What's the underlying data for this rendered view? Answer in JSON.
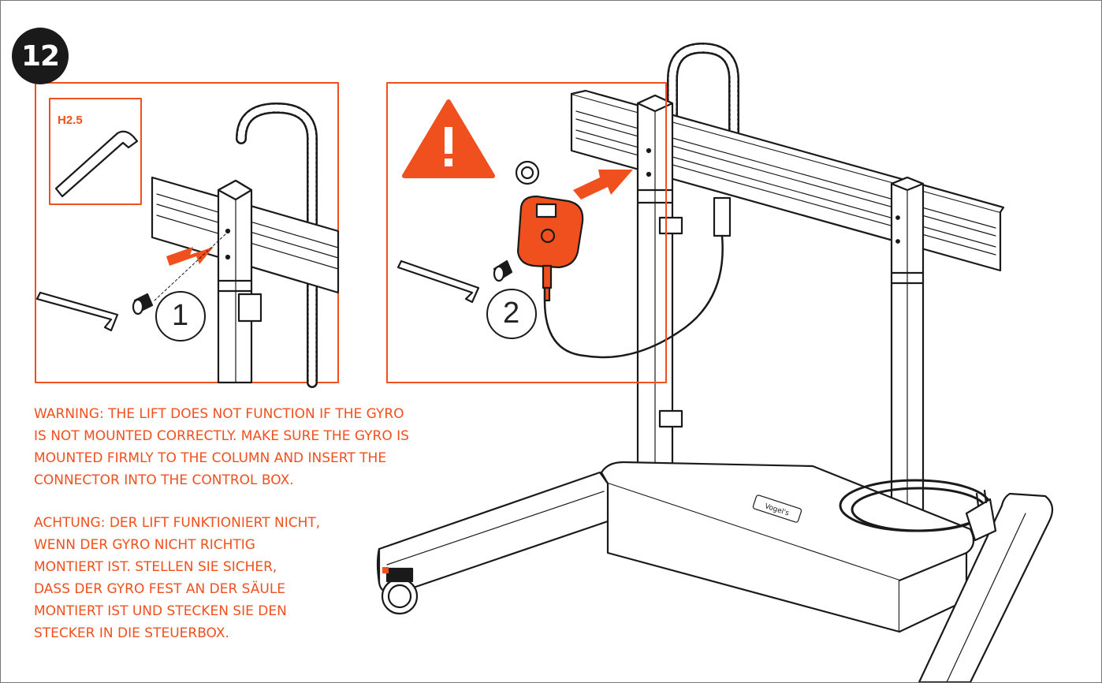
{
  "step": {
    "number": "12"
  },
  "tool": {
    "label": "H2.5"
  },
  "callouts": {
    "first": "1",
    "second": "2"
  },
  "warnings": {
    "english": "WARNING: THE LIFT DOES NOT FUNCTION IF THE GYRO\nIS NOT MOUNTED CORRECTLY. MAKE SURE THE GYRO IS\nMOUNTED FIRMLY TO THE COLUMN AND INSERT THE\nCONNECTOR INTO THE CONTROL BOX.",
    "german": "ACHTUNG: DER LIFT FUNKTIONIERT NICHT,\nWENN DER GYRO NICHT RICHTIG\nMONTIERT IST.  STELLEN SIE SICHER,\nDASS DER GYRO FEST AN DER SÄULE\nMONTIERT IST UND STECKEN SIE DEN\nSTECKER IN DIE STEUERBOX."
  },
  "logo": {
    "text": "Vogel's"
  },
  "colors": {
    "accent": "#f0501e",
    "ink": "#1a1a1a",
    "frame": "#777777"
  },
  "icons": [
    "warning-triangle-icon",
    "hex-key-icon",
    "screw-icon",
    "arrow-icon",
    "gyro-sensor-icon",
    "washer-icon"
  ]
}
